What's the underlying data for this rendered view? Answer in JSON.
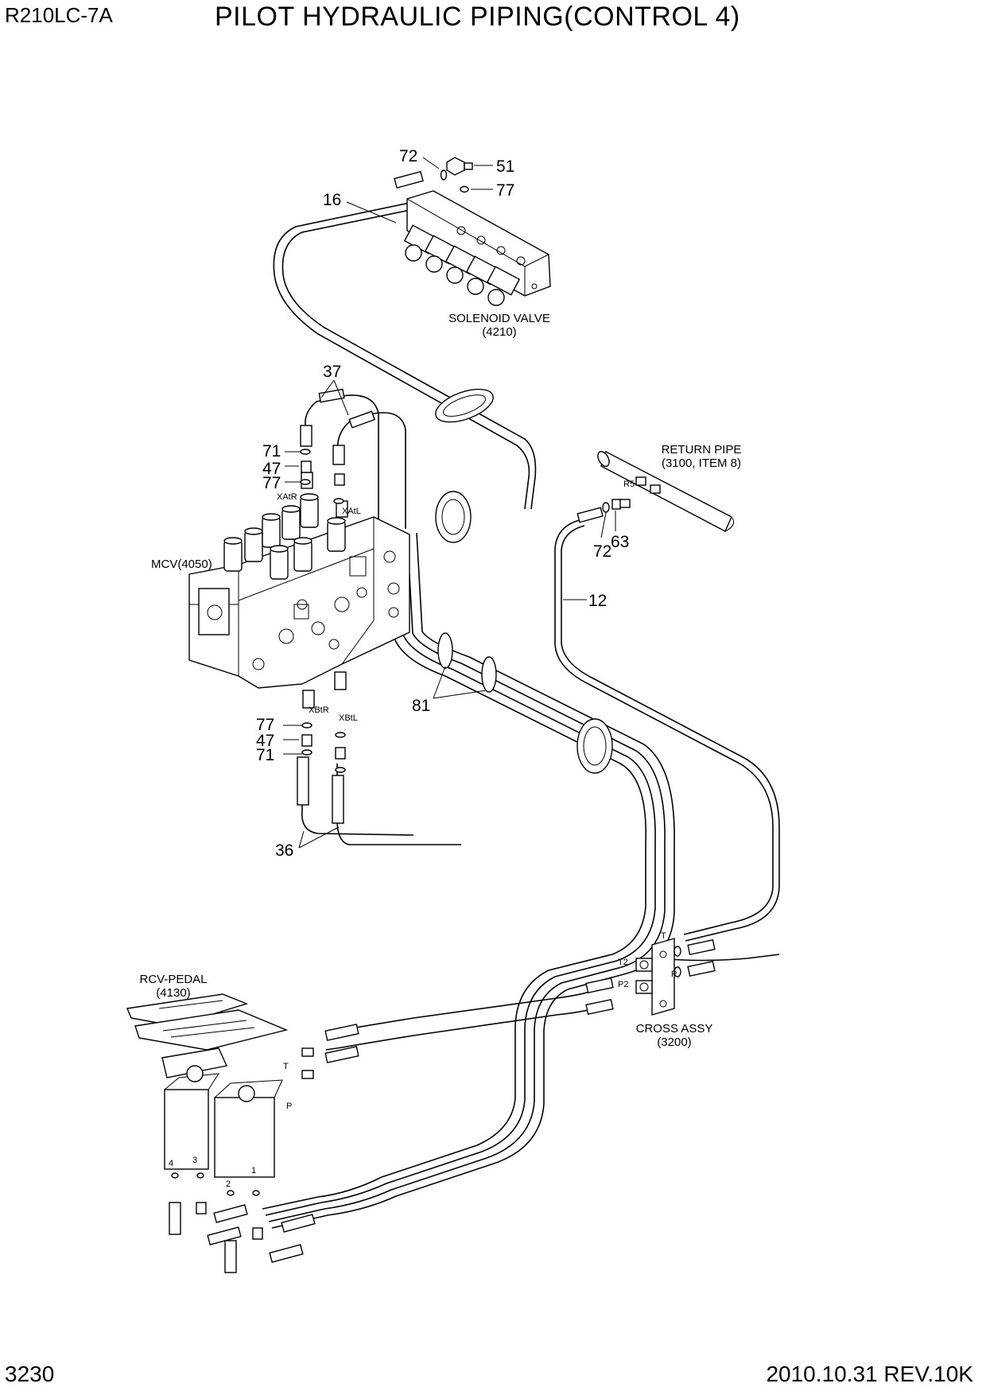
{
  "header": {
    "model": "R210LC-7A",
    "title": "PILOT HYDRAULIC PIPING(CONTROL 4)"
  },
  "footer": {
    "page_number": "3230",
    "revision": "2010.10.31 REV.10K"
  },
  "components": {
    "solenoid_valve": {
      "name": "SOLENOID VALVE",
      "ref": "(4210)"
    },
    "mcv": {
      "name": "MCV(4050)"
    },
    "return_pipe": {
      "name": "RETURN PIPE",
      "ref": "(3100, ITEM 8)"
    },
    "rcv_pedal": {
      "name": "RCV-PEDAL",
      "ref": "(4130)"
    },
    "cross_assy": {
      "name": "CROSS ASSY",
      "ref": "(3200)"
    }
  },
  "ports": {
    "xatr": "XAtR",
    "xatl": "XAtL",
    "xbtr": "XBtR",
    "xbtl": "XBtL",
    "t2": "T2",
    "p2": "P2",
    "t": "T",
    "p": "P",
    "t_pedal": "T",
    "p_pedal": "P",
    "r5": "R5",
    "pedal_1": "1",
    "pedal_2": "2",
    "pedal_3": "3",
    "pedal_4": "4"
  },
  "callouts": {
    "c72_top": "72",
    "c51": "51",
    "c77_top": "77",
    "c16": "16",
    "c37": "37",
    "c71_upper": "71",
    "c47_upper": "47",
    "c77_upper": "77",
    "c72_return": "72",
    "c63": "63",
    "c12": "12",
    "c81": "81",
    "c77_lower": "77",
    "c47_lower": "47",
    "c71_lower": "71",
    "c36": "36"
  }
}
